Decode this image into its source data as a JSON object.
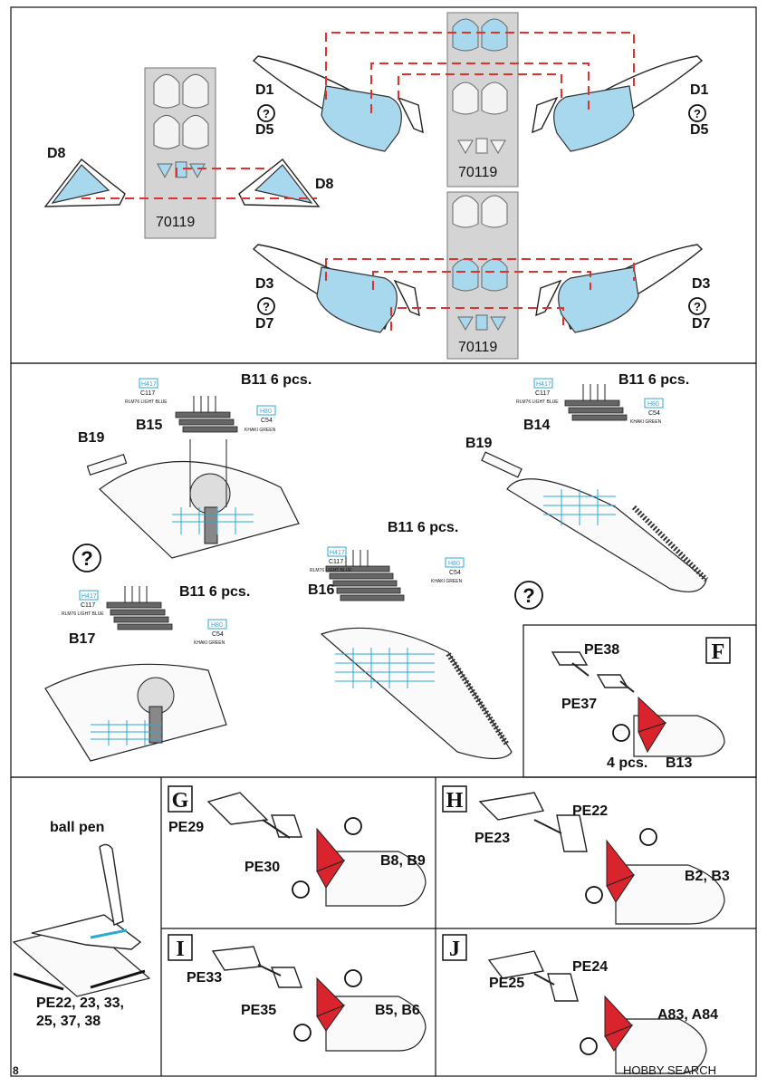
{
  "page_number": "8",
  "watermark": "HOBBY SEARCH",
  "fret_code": "70119",
  "section1": {
    "left_pair": {
      "top": "D8",
      "right": "D8"
    },
    "upper_left": {
      "part": "D1",
      "alt": "D5"
    },
    "upper_right": {
      "part": "D1",
      "alt": "D5"
    },
    "lower_left": {
      "part": "D3",
      "alt": "D7"
    },
    "lower_right": {
      "part": "D3",
      "alt": "D7"
    }
  },
  "question_mark": "?",
  "paint": {
    "blue_h": "H417",
    "blue_c": "C117",
    "blue_name": "RLM76 LIGHT BLUE",
    "green_h": "H80",
    "green_c": "C54",
    "green_name": "KHAKI GREEN"
  },
  "section2": {
    "b11_label": "B11  6 pcs.",
    "rod": "B19",
    "racks": [
      "B15",
      "B14",
      "B16",
      "B17"
    ]
  },
  "boxes": {
    "F": {
      "letter": "F",
      "parts": [
        "PE38",
        "PE37"
      ],
      "count": "4 pcs.",
      "bomb": "B13"
    },
    "G": {
      "letter": "G",
      "parts": [
        "PE29",
        "PE30"
      ],
      "bomb": "B8, B9"
    },
    "H": {
      "letter": "H",
      "parts": [
        "PE23",
        "PE22"
      ],
      "bomb": "B2, B3"
    },
    "I": {
      "letter": "I",
      "parts": [
        "PE33",
        "PE35"
      ],
      "bomb": "B5, B6"
    },
    "J": {
      "letter": "J",
      "parts": [
        "PE25",
        "PE24"
      ],
      "bomb": "A83, A84"
    }
  },
  "ballpen": {
    "title": "ball pen",
    "line1": "PE22, 23, 33,",
    "line2": "25, 37, 38"
  },
  "colors": {
    "mask_blue": "#a8d8ee",
    "dash_red": "#e0322c",
    "fin_red": "#d9232d",
    "paint_cyan": "#2aa8d8"
  }
}
